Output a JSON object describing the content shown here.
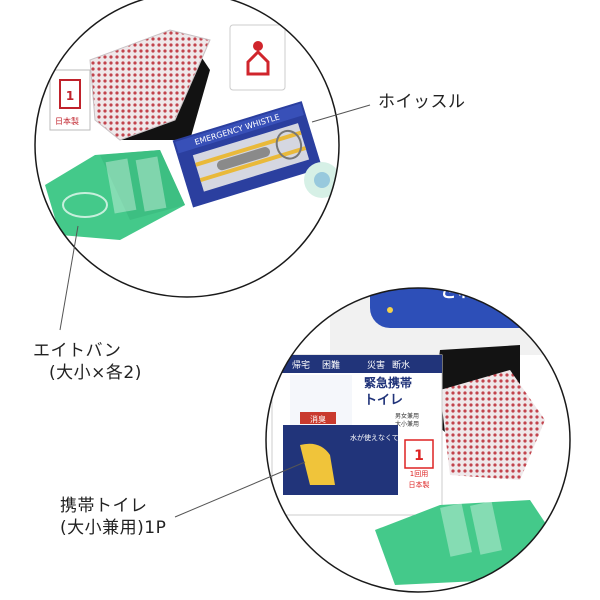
{
  "labels": {
    "whistle": "ホイッスル",
    "eight_bandage_line1": "エイトバン",
    "eight_bandage_line2": "(大小×各2)",
    "toilet_line1": "携帯トイレ",
    "toilet_line2": "(大小兼用)1P"
  },
  "package_text": {
    "whistle_pack": "EMERGENCY WHISTLE",
    "toilet_top_left": "帰宅",
    "toilet_top_mid": "困難",
    "toilet_top_r1": "災害",
    "toilet_top_r2": "断水",
    "toilet_title1": "緊急携帯",
    "toilet_title2": "トイレ",
    "toilet_badge": "消臭",
    "toilet_note1": "男女兼用",
    "toilet_note2": "大小兼用",
    "toilet_caption": "水が使えなくても",
    "toilet_count": "1回用",
    "toilet_made": "日本製",
    "wipes": "さわや"
  },
  "colors": {
    "circle_stroke": "#1a1a1a",
    "bandage_green": "#3fcf88",
    "whistle_blue": "#2b3f9f",
    "wipes_blue": "#2d4fb8",
    "toilet_dark": "#21347a",
    "toilet_yellow": "#f0c43a"
  }
}
